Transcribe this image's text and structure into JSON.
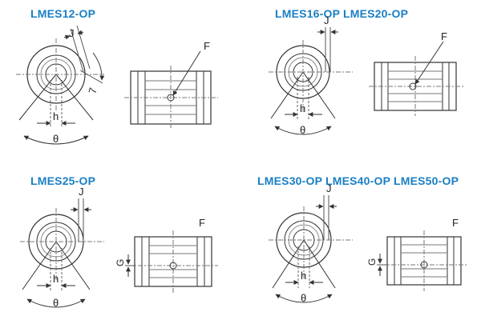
{
  "titles": {
    "lmes12": "LMES12-OP",
    "lmes16_20": "LMES16-OP  LMES20-OP",
    "lmes25": "LMES25-OP",
    "lmes30_50": "LMES30-OP  LMES40-OP LMES50-OP"
  },
  "labels": {
    "j": "J",
    "h": "h",
    "theta": "θ",
    "f": "F",
    "g": "G",
    "seven": "7"
  },
  "colors": {
    "title": "#1a7fc4",
    "line": "#333333",
    "gray": "#999999"
  }
}
